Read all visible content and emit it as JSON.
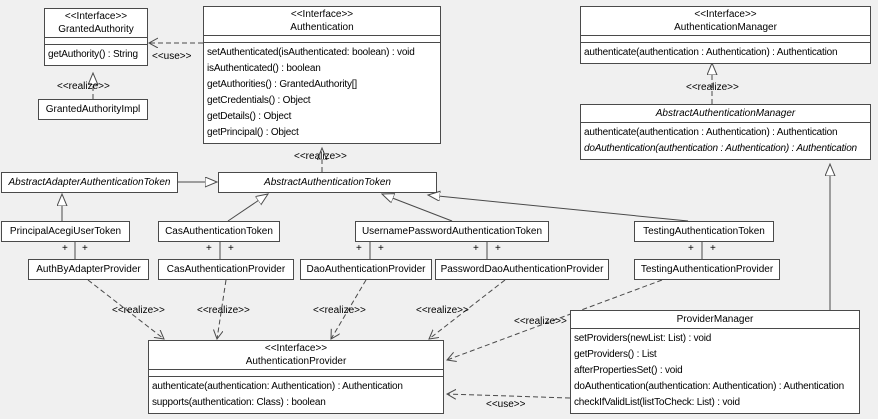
{
  "colors": {
    "background": "#f0f0f0",
    "box_fill": "#ffffff",
    "line": "#4a4a4a"
  },
  "labels": {
    "use": "<<use>>",
    "realize": "<<realize>>",
    "plus": "+"
  },
  "classes": {
    "granted_authority": {
      "stereotype": "<<Interface>>",
      "name": "GrantedAuthority",
      "methods": [
        "getAuthority() : String"
      ]
    },
    "granted_authority_impl": {
      "name": "GrantedAuthorityImpl"
    },
    "authentication": {
      "stereotype": "<<Interface>>",
      "name": "Authentication",
      "methods": [
        "setAuthenticated(isAuthenticated: boolean) : void",
        "isAuthenticated() : boolean",
        "getAuthorities() : GrantedAuthority[]",
        "getCredentials() : Object",
        "getDetails() : Object",
        "getPrincipal() : Object"
      ]
    },
    "authentication_manager": {
      "stereotype": "<<Interface>>",
      "name": "AuthenticationManager",
      "methods": [
        "authenticate(authentication : Authentication) : Authentication"
      ]
    },
    "abstract_authentication_manager": {
      "name": "AbstractAuthenticationManager",
      "methods": [
        "authenticate(authentication : Authentication) : Authentication",
        "doAuthentication(authentication : Authentication) : Authentication"
      ]
    },
    "abstract_adapter_authentication_token": {
      "name": "AbstractAdapterAuthenticationToken"
    },
    "abstract_authentication_token": {
      "name": "AbstractAuthenticationToken"
    },
    "principal_acegi_user_token": {
      "name": "PrincipalAcegiUserToken"
    },
    "cas_authentication_token": {
      "name": "CasAuthenticationToken"
    },
    "username_password_authentication_token": {
      "name": "UsernamePasswordAuthenticationToken"
    },
    "testing_authentication_token": {
      "name": "TestingAuthenticationToken"
    },
    "auth_by_adapter_provider": {
      "name": "AuthByAdapterProvider"
    },
    "cas_authentication_provider": {
      "name": "CasAuthenticationProvider"
    },
    "dao_authentication_provider": {
      "name": "DaoAuthenticationProvider"
    },
    "password_dao_authentication_provider": {
      "name": "PasswordDaoAuthenticationProvider"
    },
    "testing_authentication_provider": {
      "name": "TestingAuthenticationProvider"
    },
    "authentication_provider": {
      "stereotype": "<<Interface>>",
      "name": "AuthenticationProvider",
      "methods": [
        "authenticate(authentication: Authentication) : Authentication",
        "supports(authentication: Class) : boolean"
      ]
    },
    "provider_manager": {
      "name": "ProviderManager",
      "methods": [
        "setProviders(newList: List) : void",
        "getProviders() : List",
        "afterPropertiesSet() : void",
        "doAuthentication(authentication: Authentication) : Authentication",
        "checkIfValidList(listToCheck: List) : void"
      ]
    }
  }
}
